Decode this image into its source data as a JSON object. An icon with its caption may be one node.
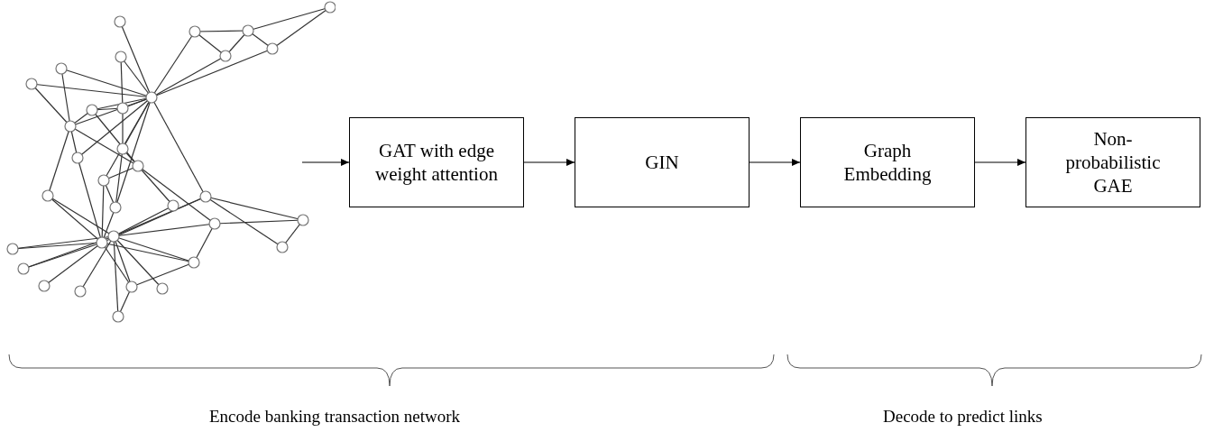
{
  "diagram": {
    "nodes": [
      {
        "text": [],
        "shape": "picture"
      },
      {
        "text": [
          "GAT with edge weight attention"
        ]
      },
      {
        "text": [
          "GIN"
        ]
      },
      {
        "text": [
          "Graph Embedding"
        ]
      },
      {
        "text": [
          "Non-probabilistic GAE"
        ]
      }
    ],
    "edges": [
      {
        "from": 0,
        "to": 1,
        "arrow": "to"
      },
      {
        "from": 1,
        "to": 2,
        "arrow": "to"
      },
      {
        "from": 2,
        "to": 3,
        "arrow": "to"
      },
      {
        "from": 3,
        "to": 4,
        "arrow": "to"
      }
    ],
    "labels": [
      "Encode banking transaction network",
      "Decode to predict links"
    ]
  }
}
